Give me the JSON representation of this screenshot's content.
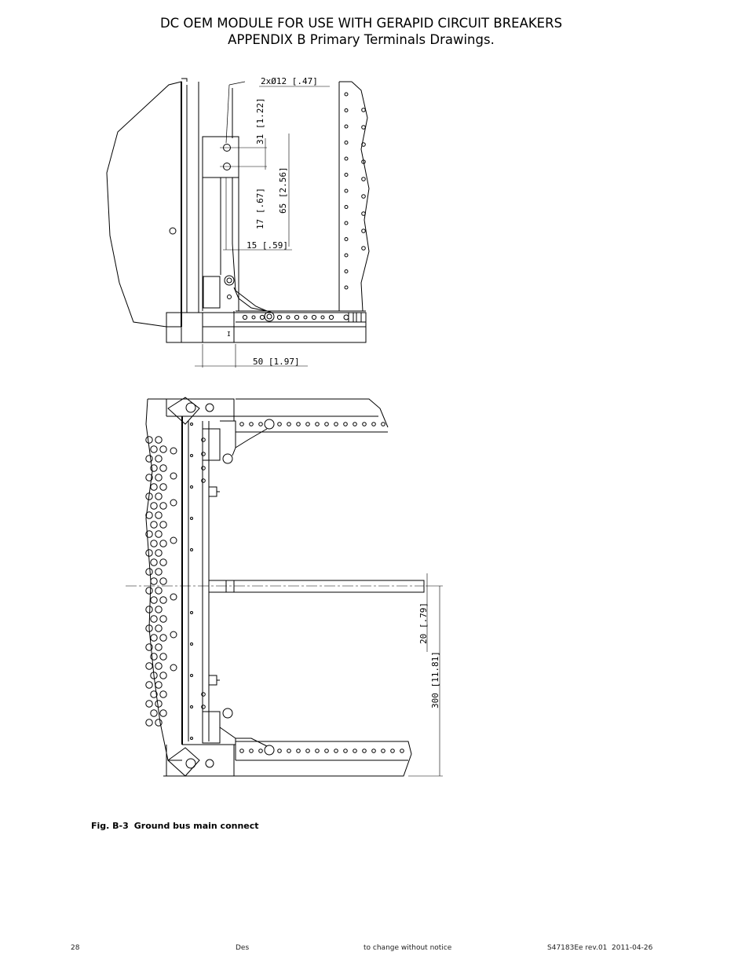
{
  "header": {
    "line1": "DC OEM MODULE FOR USE WITH GERAPID CIRCUIT BREAKERS",
    "line2": "APPENDIX B Primary Terminals Drawings."
  },
  "top_drawing": {
    "dim_holes": "2xØ12 [.47]",
    "dim_31": "31 [1.22]",
    "dim_17": "17 [.67]",
    "dim_65": "65 [2.56]",
    "dim_15": "15 [.59]",
    "dim_50": "50 [1.97]",
    "marker": "I"
  },
  "bottom_drawing": {
    "dim_20": "20 [.79]",
    "dim_300": "300 [11.81]"
  },
  "caption": {
    "label": "Fig. B-3",
    "text": "Ground bus main connect"
  },
  "footer": {
    "page_number": "28",
    "left_fragment": "Des",
    "middle_fragment": "to change without notice",
    "doc_id": "S47183Ee rev.01",
    "date": "2011-04-26"
  }
}
